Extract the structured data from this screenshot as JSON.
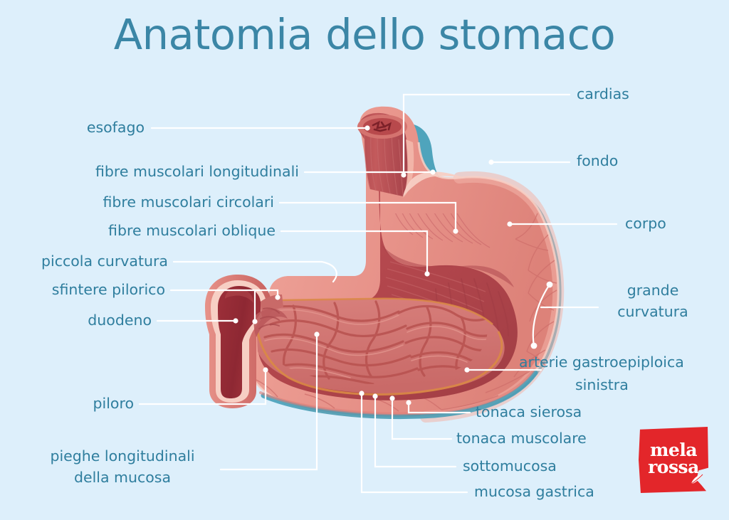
{
  "page": {
    "title": "Anatomia dello stomaco",
    "background_color": "#ddeffb",
    "label_color": "#2f7e9e",
    "leader_color": "#ffffff"
  },
  "labels": {
    "left": [
      {
        "id": "esofago",
        "text": "esofago"
      },
      {
        "id": "fibre-longitudinali",
        "text": "fibre muscolari longitudinali"
      },
      {
        "id": "fibre-circolari",
        "text": "fibre muscolari circolari"
      },
      {
        "id": "fibre-oblique",
        "text": "fibre muscolari oblique"
      },
      {
        "id": "piccola-curvatura",
        "text": "piccola curvatura"
      },
      {
        "id": "sfintere-pilorico",
        "text": "sfintere pilorico"
      },
      {
        "id": "duodeno",
        "text": "duodeno"
      },
      {
        "id": "piloro",
        "text": "piloro"
      },
      {
        "id": "pieghe-mucosa-1",
        "text": "pieghe longitudinali"
      },
      {
        "id": "pieghe-mucosa-2",
        "text": "della mucosa"
      }
    ],
    "right": [
      {
        "id": "cardias",
        "text": "cardias"
      },
      {
        "id": "fondo",
        "text": "fondo"
      },
      {
        "id": "corpo",
        "text": "corpo"
      },
      {
        "id": "grande-curvatura-1",
        "text": "grande"
      },
      {
        "id": "grande-curvatura-2",
        "text": "curvatura"
      },
      {
        "id": "arteria-1",
        "text": "arterie gastroepiploica"
      },
      {
        "id": "arteria-2",
        "text": "sinistra"
      },
      {
        "id": "tonaca-sierosa",
        "text": "tonaca sierosa"
      },
      {
        "id": "tonaca-muscolare",
        "text": "tonaca muscolare"
      },
      {
        "id": "sottomucosa",
        "text": "sottomucosa"
      },
      {
        "id": "mucosa-gastrica",
        "text": "mucosa gastrica"
      }
    ]
  },
  "logo": {
    "line1": "mela",
    "line2": "rossa",
    "color": "#e3262a",
    "text_color": "#ffffff"
  },
  "illustration": {
    "name": "stomach-cross-section",
    "colors": {
      "serosa_teal": "#3f9bb5",
      "muscularis_outer": "#e99a92",
      "muscularis_inner": "#b9484a",
      "mucosa": "#cf6a68",
      "submucosa_line": "#d98a45",
      "lumen_dark": "#a43a3f",
      "duodenum": "#a3343c",
      "highlight": "#f6c8bd"
    },
    "parts": [
      "esofago",
      "cardias",
      "fondo",
      "corpo",
      "piccola curvatura",
      "grande curvatura",
      "sfintere pilorico",
      "piloro",
      "duodeno",
      "pieghe della mucosa",
      "tonaca sierosa",
      "tonaca muscolare",
      "sottomucosa",
      "mucosa gastrica",
      "arterie gastroepiploica sinistra"
    ]
  }
}
